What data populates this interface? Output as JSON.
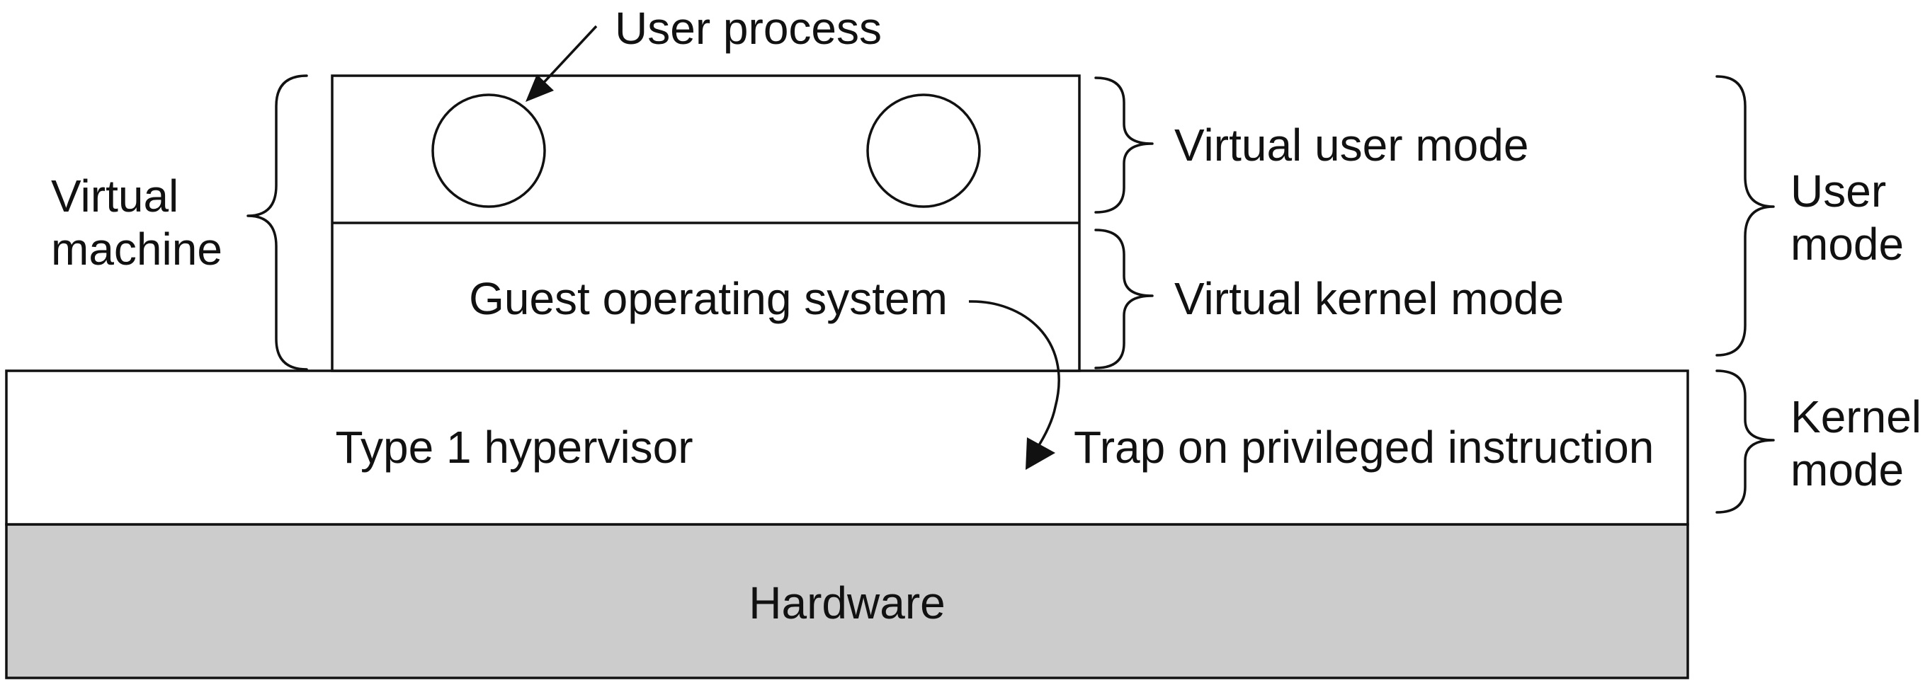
{
  "labels": {
    "user_process": "User process",
    "virtual_machine_line1": "Virtual",
    "virtual_machine_line2": "machine",
    "virtual_user_mode": "Virtual user mode",
    "virtual_kernel_mode": "Virtual kernel mode",
    "guest_os": "Guest operating system",
    "user_mode_line1": "User",
    "user_mode_line2": "mode",
    "hypervisor": "Type 1 hypervisor",
    "trap": "Trap on privileged instruction",
    "kernel_mode_line1": "Kernel",
    "kernel_mode_line2": "mode",
    "hardware": "Hardware"
  },
  "colors": {
    "hardware_fill": "#cccccc",
    "stroke": "#111111",
    "background": "#ffffff"
  }
}
